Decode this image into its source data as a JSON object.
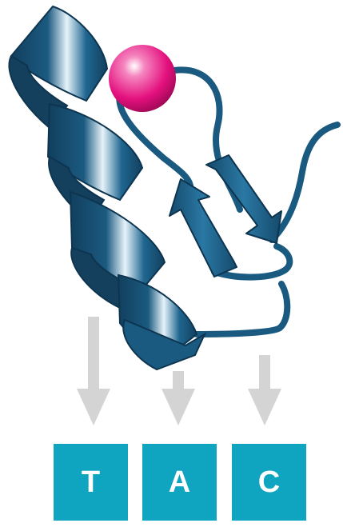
{
  "figure": {
    "protein_color": "#1b5a80",
    "protein_highlight": "#d8ecf6",
    "ligand_color": "#e4107e",
    "arrow_color": "#d4d4d4",
    "box_color": "#0fa4bf",
    "letter_color": "#ffffff"
  },
  "tokens": [
    {
      "label": "T"
    },
    {
      "label": "A"
    },
    {
      "label": "C"
    }
  ]
}
